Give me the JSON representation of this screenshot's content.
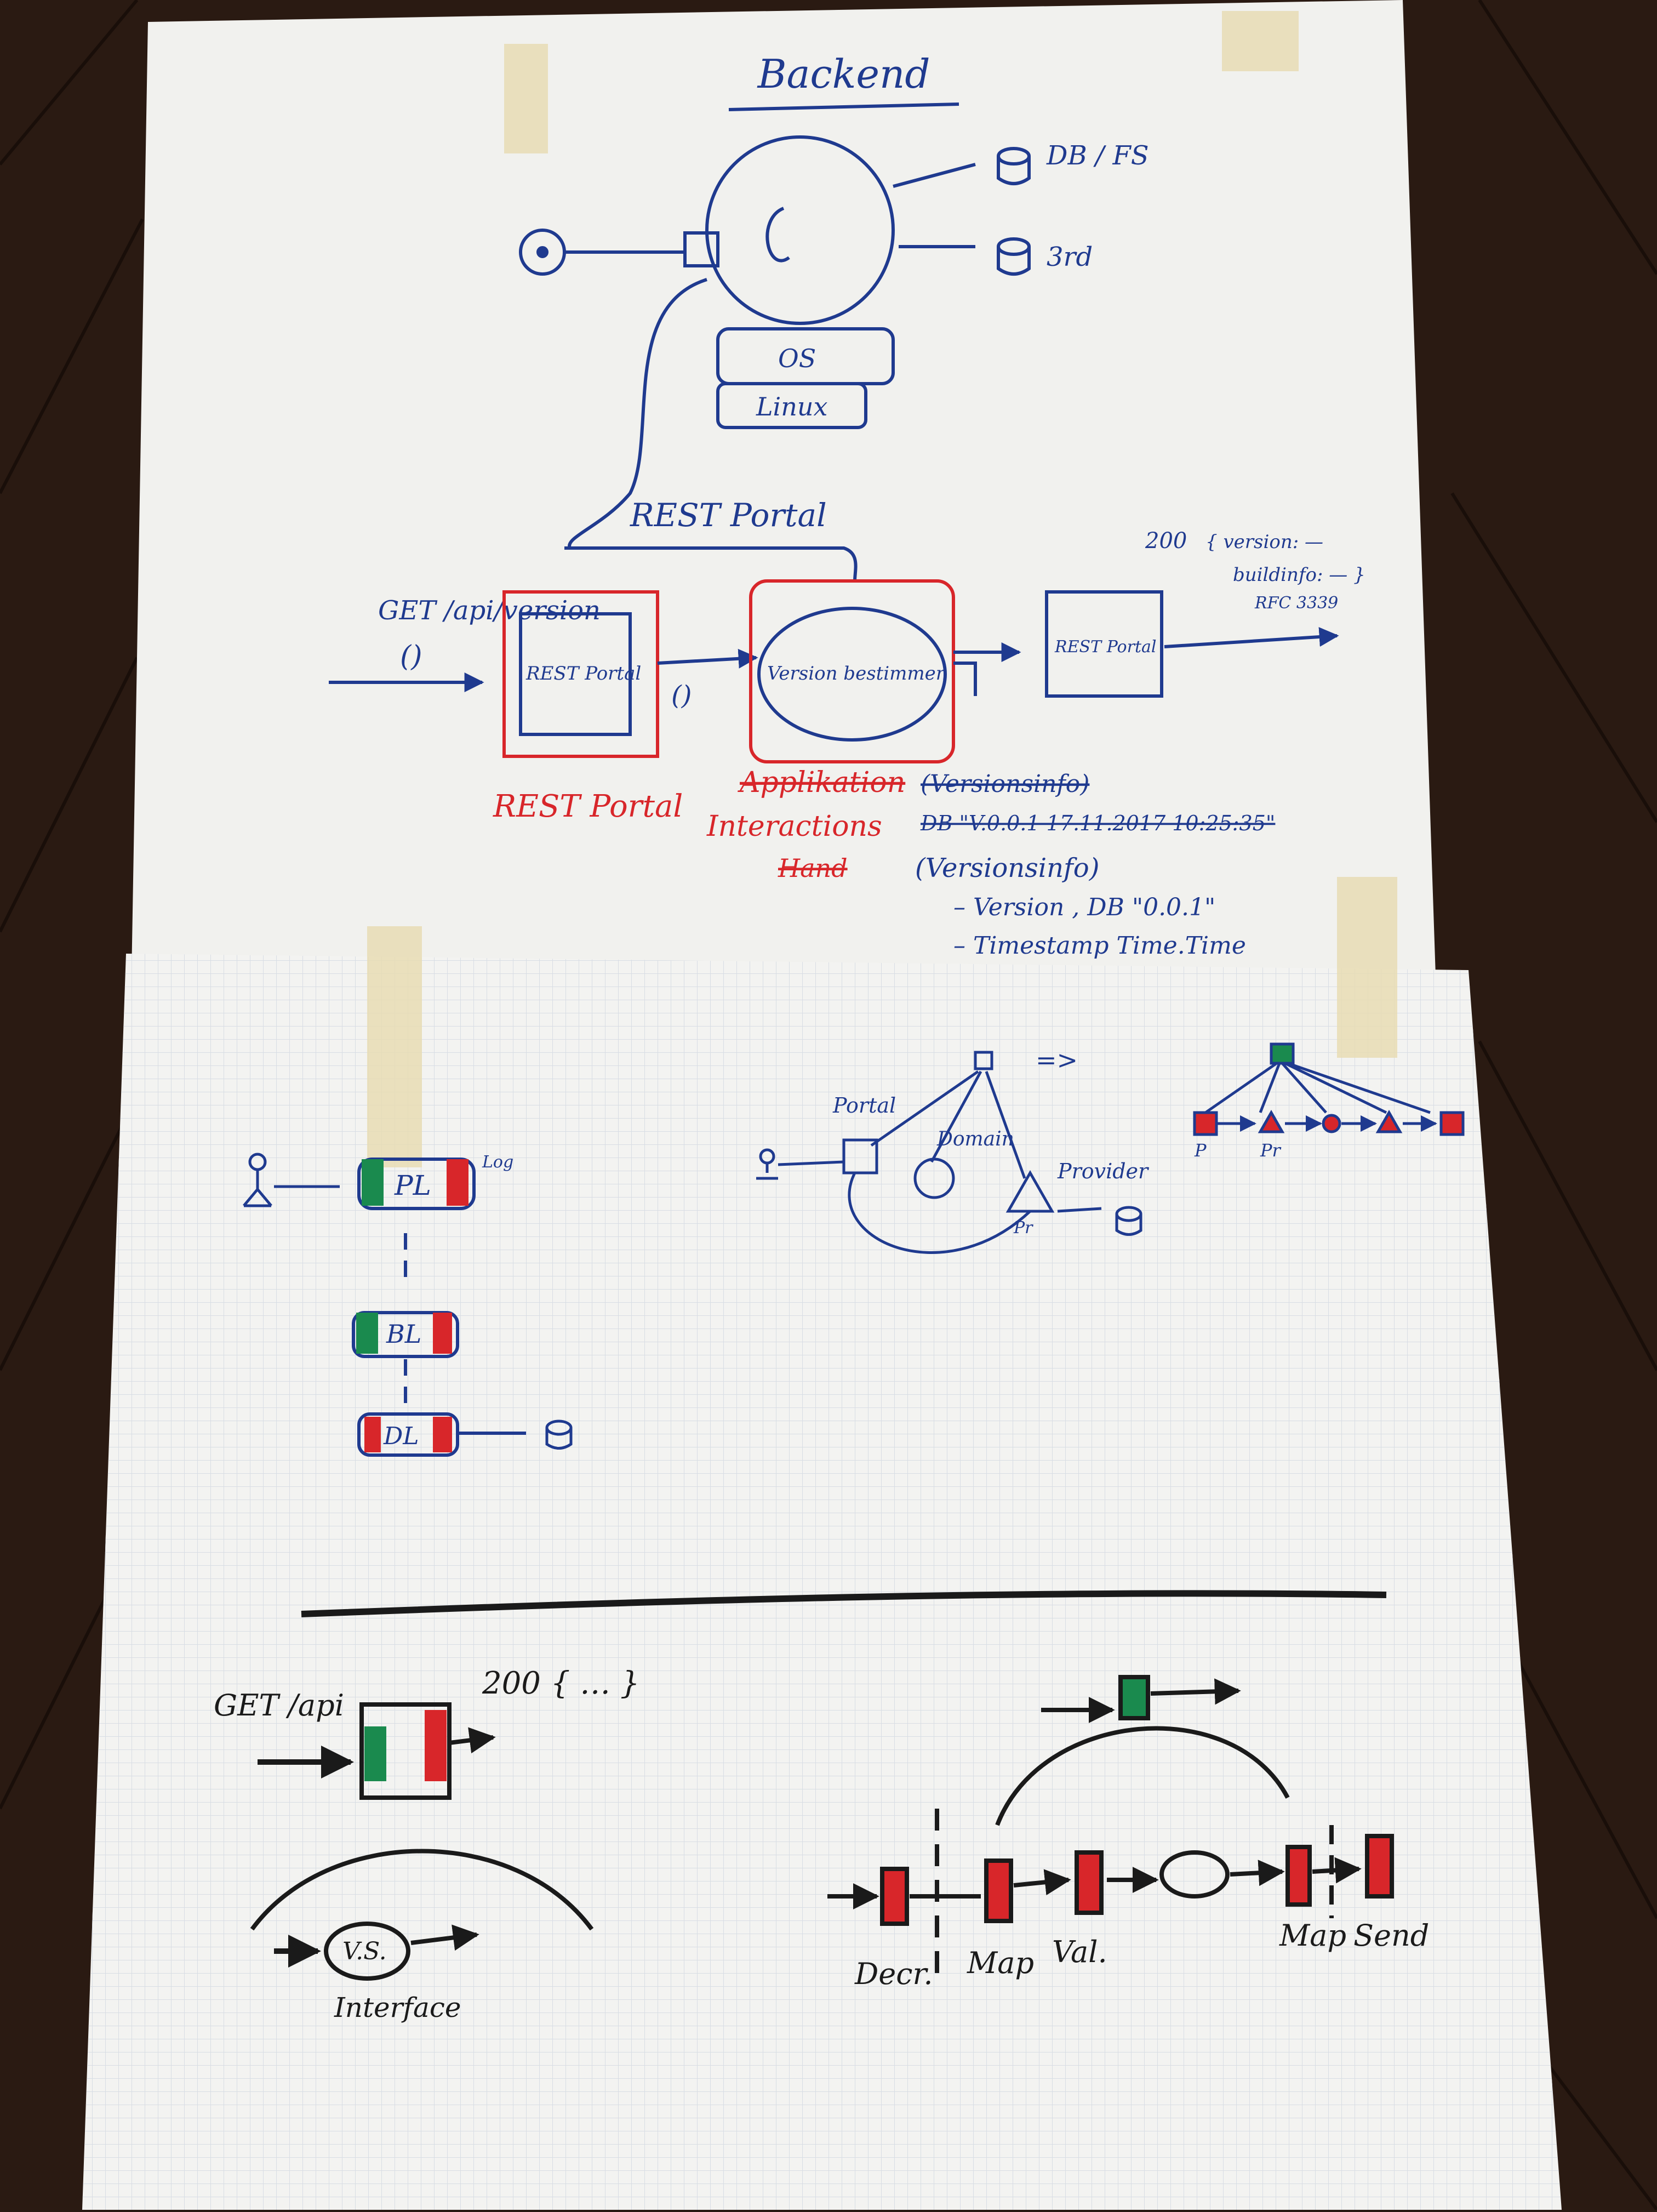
{
  "colors": {
    "floor_dark": "#1e120c",
    "floor_light": "#3a2418",
    "paper": "#f1f1ee",
    "grid": "#d8dde4",
    "tape": "#e8dcb4",
    "ink_blue": "#1f3a8f",
    "ink_red": "#d8262a",
    "ink_green": "#1a8a4e",
    "ink_black": "#1a1a1a"
  },
  "sheet1": {
    "title": "Backend",
    "top": {
      "db_fs": "DB / FS",
      "third": "3rd",
      "os_upper": "OS",
      "os_lower": "Linux"
    },
    "flow": {
      "rest_portal_label": "REST Portal",
      "get_label": "GET /api/version",
      "paren_in": "()",
      "box1_label": "REST Portal",
      "paren_mid": "()",
      "ellipse_label": "Version bestimmen",
      "box3_label": "REST Portal",
      "resp_code": "200",
      "resp_line1": "{ version: —",
      "resp_line2": "buildinfo: — }",
      "resp_line3": "RFC 3339",
      "red_label1": "REST Portal",
      "red_strike": "Applikation",
      "red_label2": "Interactions",
      "red_strike2": "Hand",
      "strike_info": "(Versionsinfo)",
      "strike_line": "DB \"V.0.0.1 17.11.2017 10:25:35\"",
      "info_title": "(Versionsinfo)",
      "info_line1": "– Version , DB \"0.0.1\"",
      "info_line2": "– Timestamp    Time.Time"
    }
  },
  "sheet2": {
    "stack": {
      "log_label": "Log",
      "pl": "PL",
      "bl": "BL",
      "dl": "DL"
    },
    "cluster": {
      "portal": "Portal",
      "domain": "Domain",
      "provider": "Provider",
      "pr": "Pr"
    },
    "arrow": "=>",
    "pipeline_labels": [
      "P",
      "Pr"
    ],
    "bottom": {
      "get_label": "GET /api",
      "response": "200 { … }",
      "vs": "V.S.",
      "interface": "Interface",
      "labels": [
        "Decr.",
        "Map",
        "Val.",
        "Map",
        "Send"
      ]
    }
  }
}
